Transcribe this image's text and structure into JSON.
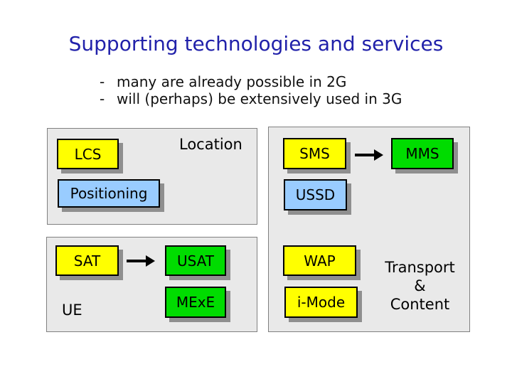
{
  "slide": {
    "title": "Supporting technologies and services",
    "bullets": [
      {
        "marker": "-",
        "text": "many are already possible in 2G"
      },
      {
        "marker": "-",
        "text": "will (perhaps) be extensively used in 3G"
      }
    ]
  },
  "panels": {
    "location": {
      "caption": "Location",
      "boxes": {
        "lcs": "LCS",
        "positioning": "Positioning"
      }
    },
    "services": {
      "boxes": {
        "sms": "SMS",
        "mms": "MMS",
        "ussd": "USSD",
        "wap": "WAP",
        "imode": "i-Mode"
      },
      "caption": {
        "line1": "Transport",
        "line2": "&",
        "line3": "Content"
      }
    },
    "terminal": {
      "caption": "UE",
      "boxes": {
        "sat": "SAT",
        "usat": "USAT",
        "mexe": "MExE"
      }
    }
  },
  "icons": {
    "sms_to_mms": "arrow-right-icon",
    "sat_to_usat": "arrow-right-icon"
  },
  "colors": {
    "title_text": "#2121AA",
    "body_text": "#111111",
    "box_yellow": "#FFFF00",
    "box_green": "#00DC00",
    "box_blue": "#99CCFF",
    "panel_background": "#E9E9E9",
    "panel_border": "#808080",
    "box_border": "#000000",
    "box_shadow": "#8F8F8F"
  }
}
